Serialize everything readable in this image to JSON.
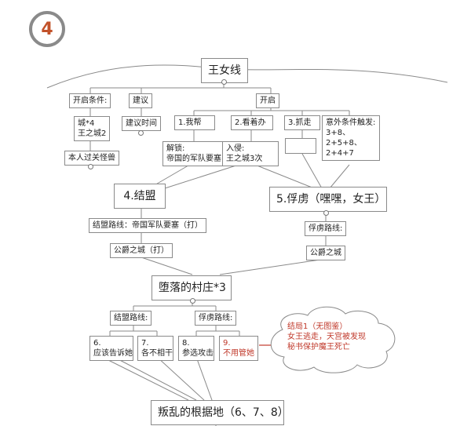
{
  "badge": "4",
  "nodes": {
    "root": "王女线",
    "open_cond": "开启条件:",
    "suggest": "建议",
    "open": "开启",
    "cond_value_1": "城*4",
    "cond_value_2": "王之城2",
    "boss": "本人过关怪兽",
    "suggest_time": "建议时间",
    "opt1": "1.我帮",
    "opt2": "2.看着办",
    "opt3": "3.抓走",
    "extra": {
      "title": "意外条件触发:",
      "lines": [
        "3+8、",
        "2+5+8、",
        "2+4+7"
      ]
    },
    "unlock": {
      "line1": "解锁:",
      "line2": "帝国的军队要塞"
    },
    "invade": {
      "line1": "入侵:",
      "line2": "王之城3次"
    },
    "alliance": "4.结盟",
    "captive": "5.俘虏（嘿嘿，女王）",
    "alliance_route": "结盟路线：帝国军队要塞（打）",
    "captive_route": "俘虏路线:",
    "alliance_city": "公爵之城（打）",
    "captive_city": "公爵之城",
    "village": "堕落的村庄*3",
    "v_alliance_route": "结盟路线:",
    "v_captive_route": "俘虏路线:",
    "n6_a": "6.",
    "n6_b": "应该告诉她",
    "n7_a": "7.",
    "n7_b": "各不相干",
    "n8_a": "8.",
    "n8_b": "参选攻击",
    "n9_a": "9.",
    "n9_b": "不用管她",
    "ending": {
      "line1": "结局1（无图鉴）",
      "line2": "女王逃走，天宫被发现",
      "line3": "秘书保护魔王死亡"
    },
    "final": "叛乱的根据地（6、7、8）"
  },
  "colors": {
    "badge_text": "#c2522a",
    "accent_red": "#c0392b",
    "line": "#8a8a8a"
  }
}
